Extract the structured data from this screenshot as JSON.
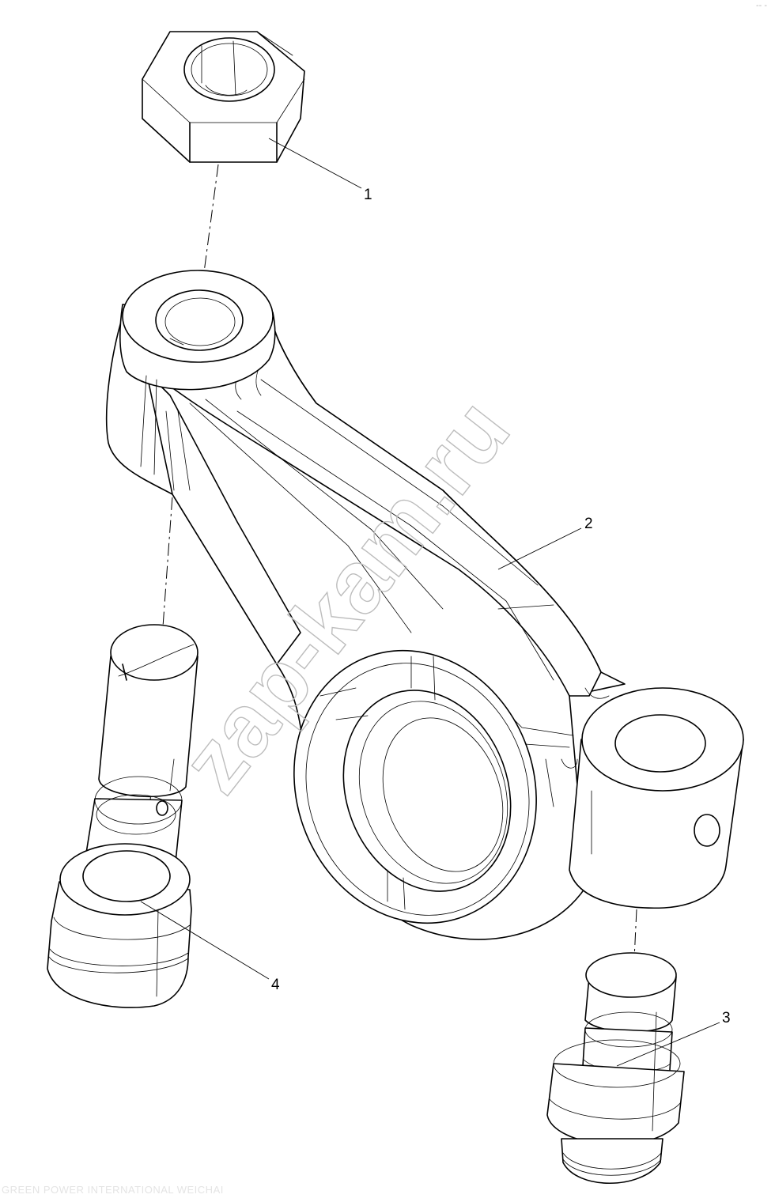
{
  "diagram": {
    "callouts": [
      {
        "id": "1",
        "label": "1"
      },
      {
        "id": "2",
        "label": "2"
      },
      {
        "id": "3",
        "label": "3"
      },
      {
        "id": "4",
        "label": "4"
      }
    ],
    "parts": [
      {
        "id": "1",
        "icon": "hex-nut-icon"
      },
      {
        "id": "2",
        "icon": "rocker-arm-icon"
      },
      {
        "id": "3",
        "icon": "valve-adjusting-screw-icon"
      },
      {
        "id": "4",
        "icon": "pushrod-socket-screw-icon"
      }
    ],
    "watermark": "zap-kam.ru",
    "footer": "GREEN POWER INTERNATIONAL WEICHAI",
    "corner_mark": "-- -"
  }
}
